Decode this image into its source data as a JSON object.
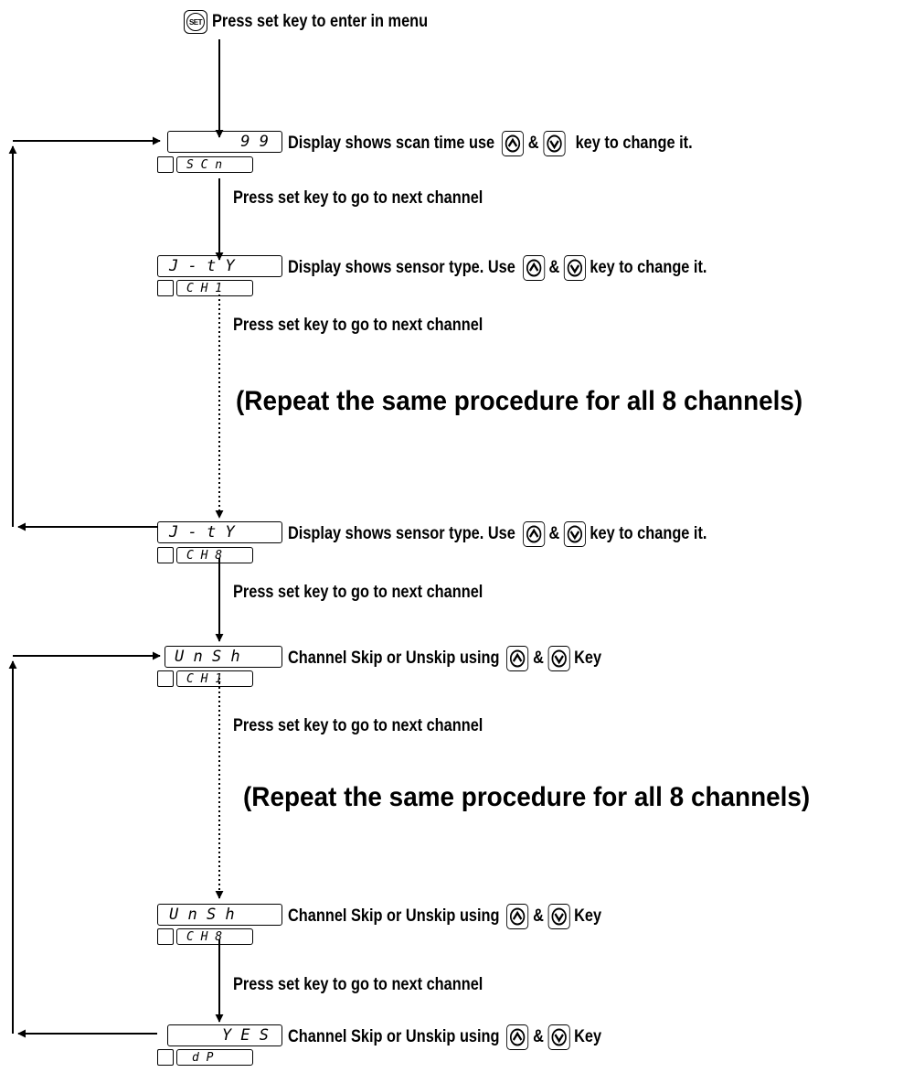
{
  "start": {
    "icon": "set-key-icon",
    "set_key_text": "SET",
    "label": "Press set key to enter in menu"
  },
  "steps": [
    {
      "id": "scan",
      "display_top": "9 9",
      "display_bottom": "S C n",
      "label_pre": "Display shows scan time use",
      "label_mid": "&",
      "label_post": "key to change it."
    },
    {
      "id": "type1",
      "display_top": "J - t Y",
      "display_bottom": "C H 1",
      "label_pre": "Display shows sensor type. Use",
      "label_mid": "&",
      "label_post": "key to change it."
    },
    {
      "id": "type8",
      "display_top": "J - t Y",
      "display_bottom": "C H 8",
      "label_pre": "Display shows sensor type. Use",
      "label_mid": "&",
      "label_post": "key to change it."
    },
    {
      "id": "skip1",
      "display_top": "U n S h",
      "display_bottom": "C H 1",
      "label_pre": "Channel Skip or Unskip using",
      "label_mid": "&",
      "label_post": "Key"
    },
    {
      "id": "skip8",
      "display_top": "U n S h",
      "display_bottom": "C H 8",
      "label_pre": "Channel Skip or Unskip using",
      "label_mid": "&",
      "label_post": "Key"
    },
    {
      "id": "yes",
      "display_top": "Y E S",
      "display_bottom": "d P",
      "label_pre": "Channel Skip or Unskip using",
      "label_mid": "&",
      "label_post": "Key"
    }
  ],
  "next_channel_label": "Press set key to go to next channel",
  "repeat_label": "(Repeat the same procedure for all 8 channels)",
  "icons": {
    "up_key": "up-arrow-key-icon",
    "down_key": "down-arrow-key-icon"
  }
}
